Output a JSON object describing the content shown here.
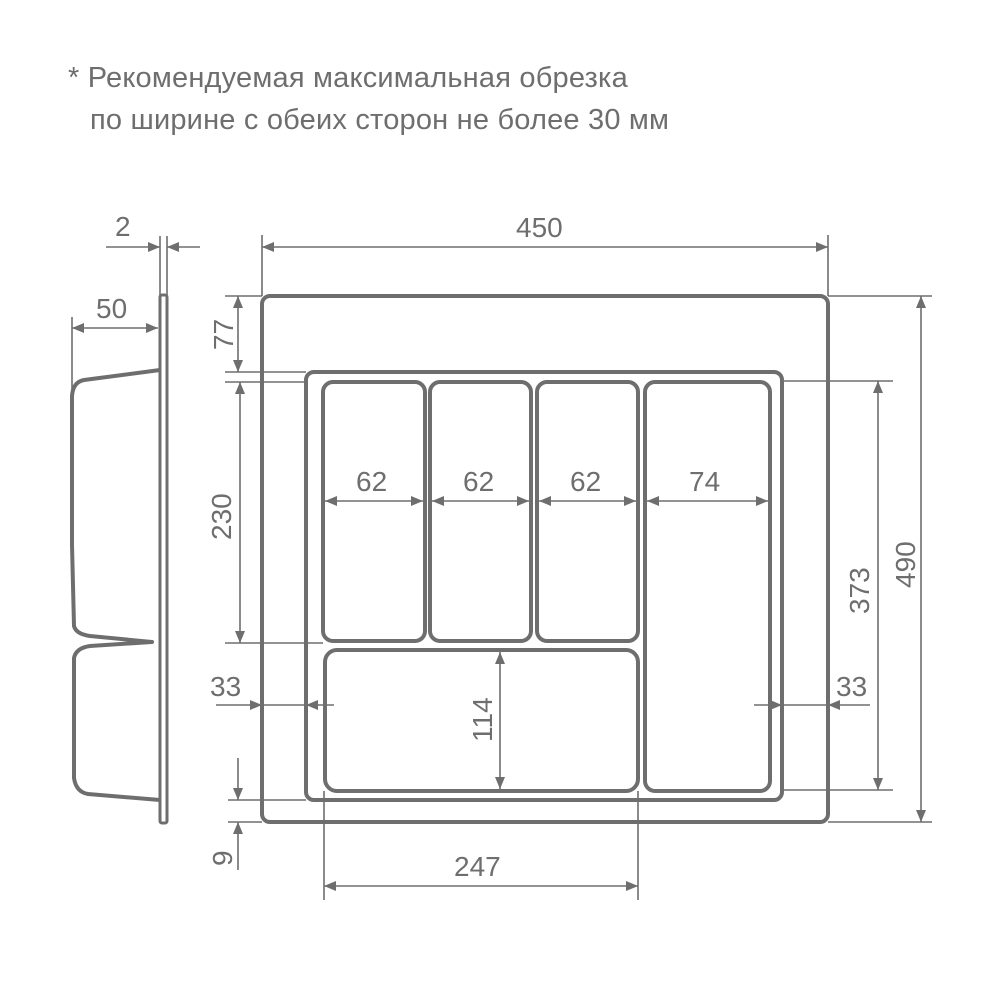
{
  "note": {
    "line1": "* Рекомендуемая максимальная обрезка",
    "line2": "по ширине с обеих сторон не более 30 мм"
  },
  "side_view": {
    "thickness_label": "2",
    "depth_label": "50"
  },
  "top_view": {
    "overall_width": "450",
    "overall_depth": "490",
    "inner_depth": "373",
    "top_margin": "77",
    "compartment_height": "230",
    "bottom_margin": "9",
    "left_trim": "33",
    "right_trim": "33",
    "compartments": [
      {
        "width": "62"
      },
      {
        "width": "62"
      },
      {
        "width": "62"
      },
      {
        "width": "74"
      }
    ],
    "large_compartment": {
      "width": "247",
      "height": "114"
    }
  },
  "colors": {
    "line": "#6e6e6e",
    "background": "#ffffff"
  }
}
